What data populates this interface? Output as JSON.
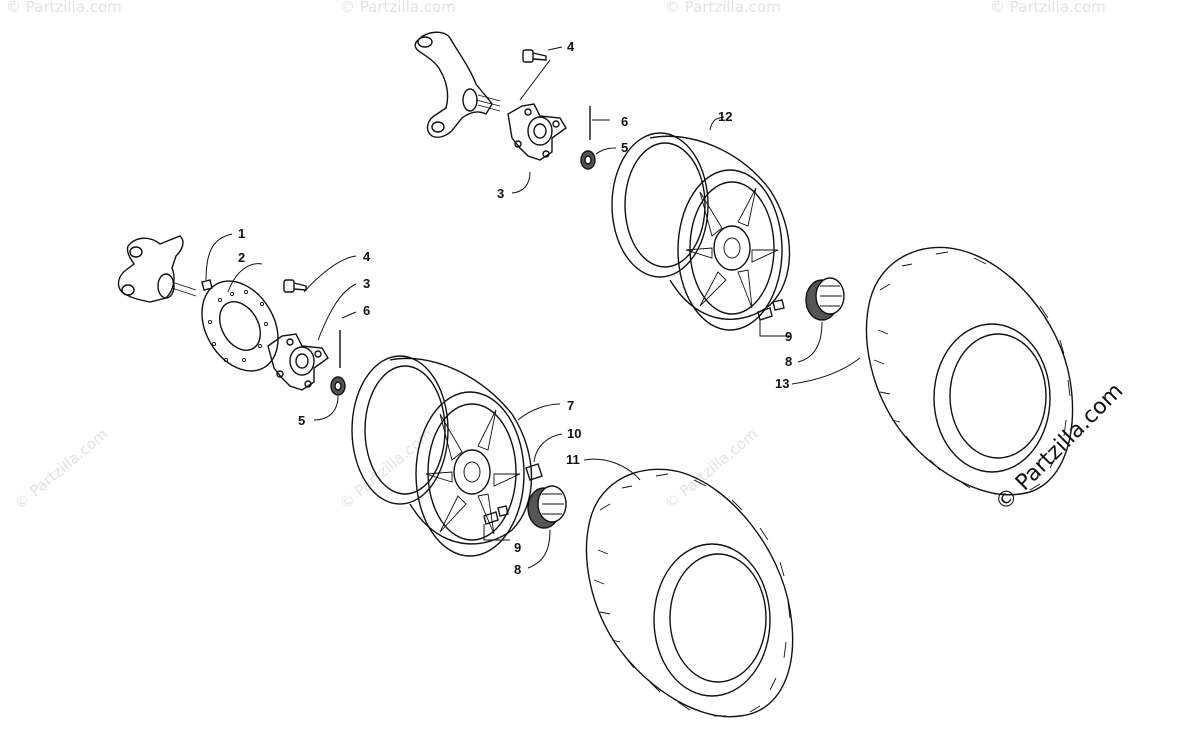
{
  "diagram": {
    "callouts": {
      "c1": "1",
      "c2": "2",
      "c3a": "3",
      "c3b": "3",
      "c4a": "4",
      "c4b": "4",
      "c5a": "5",
      "c5b": "5",
      "c6a": "6",
      "c6b": "6",
      "c7": "7",
      "c8a": "8",
      "c8b": "8",
      "c9a": "9",
      "c9b": "9",
      "c10": "10",
      "c11": "11",
      "c12": "12",
      "c13": "13"
    },
    "watermark_text": "© Partzilla.com",
    "brand_text": "© Partzilla.com",
    "colors": {
      "line": "#111111",
      "background": "#ffffff",
      "watermark": "#e2e2e2",
      "hub_fill": "#555555"
    }
  }
}
